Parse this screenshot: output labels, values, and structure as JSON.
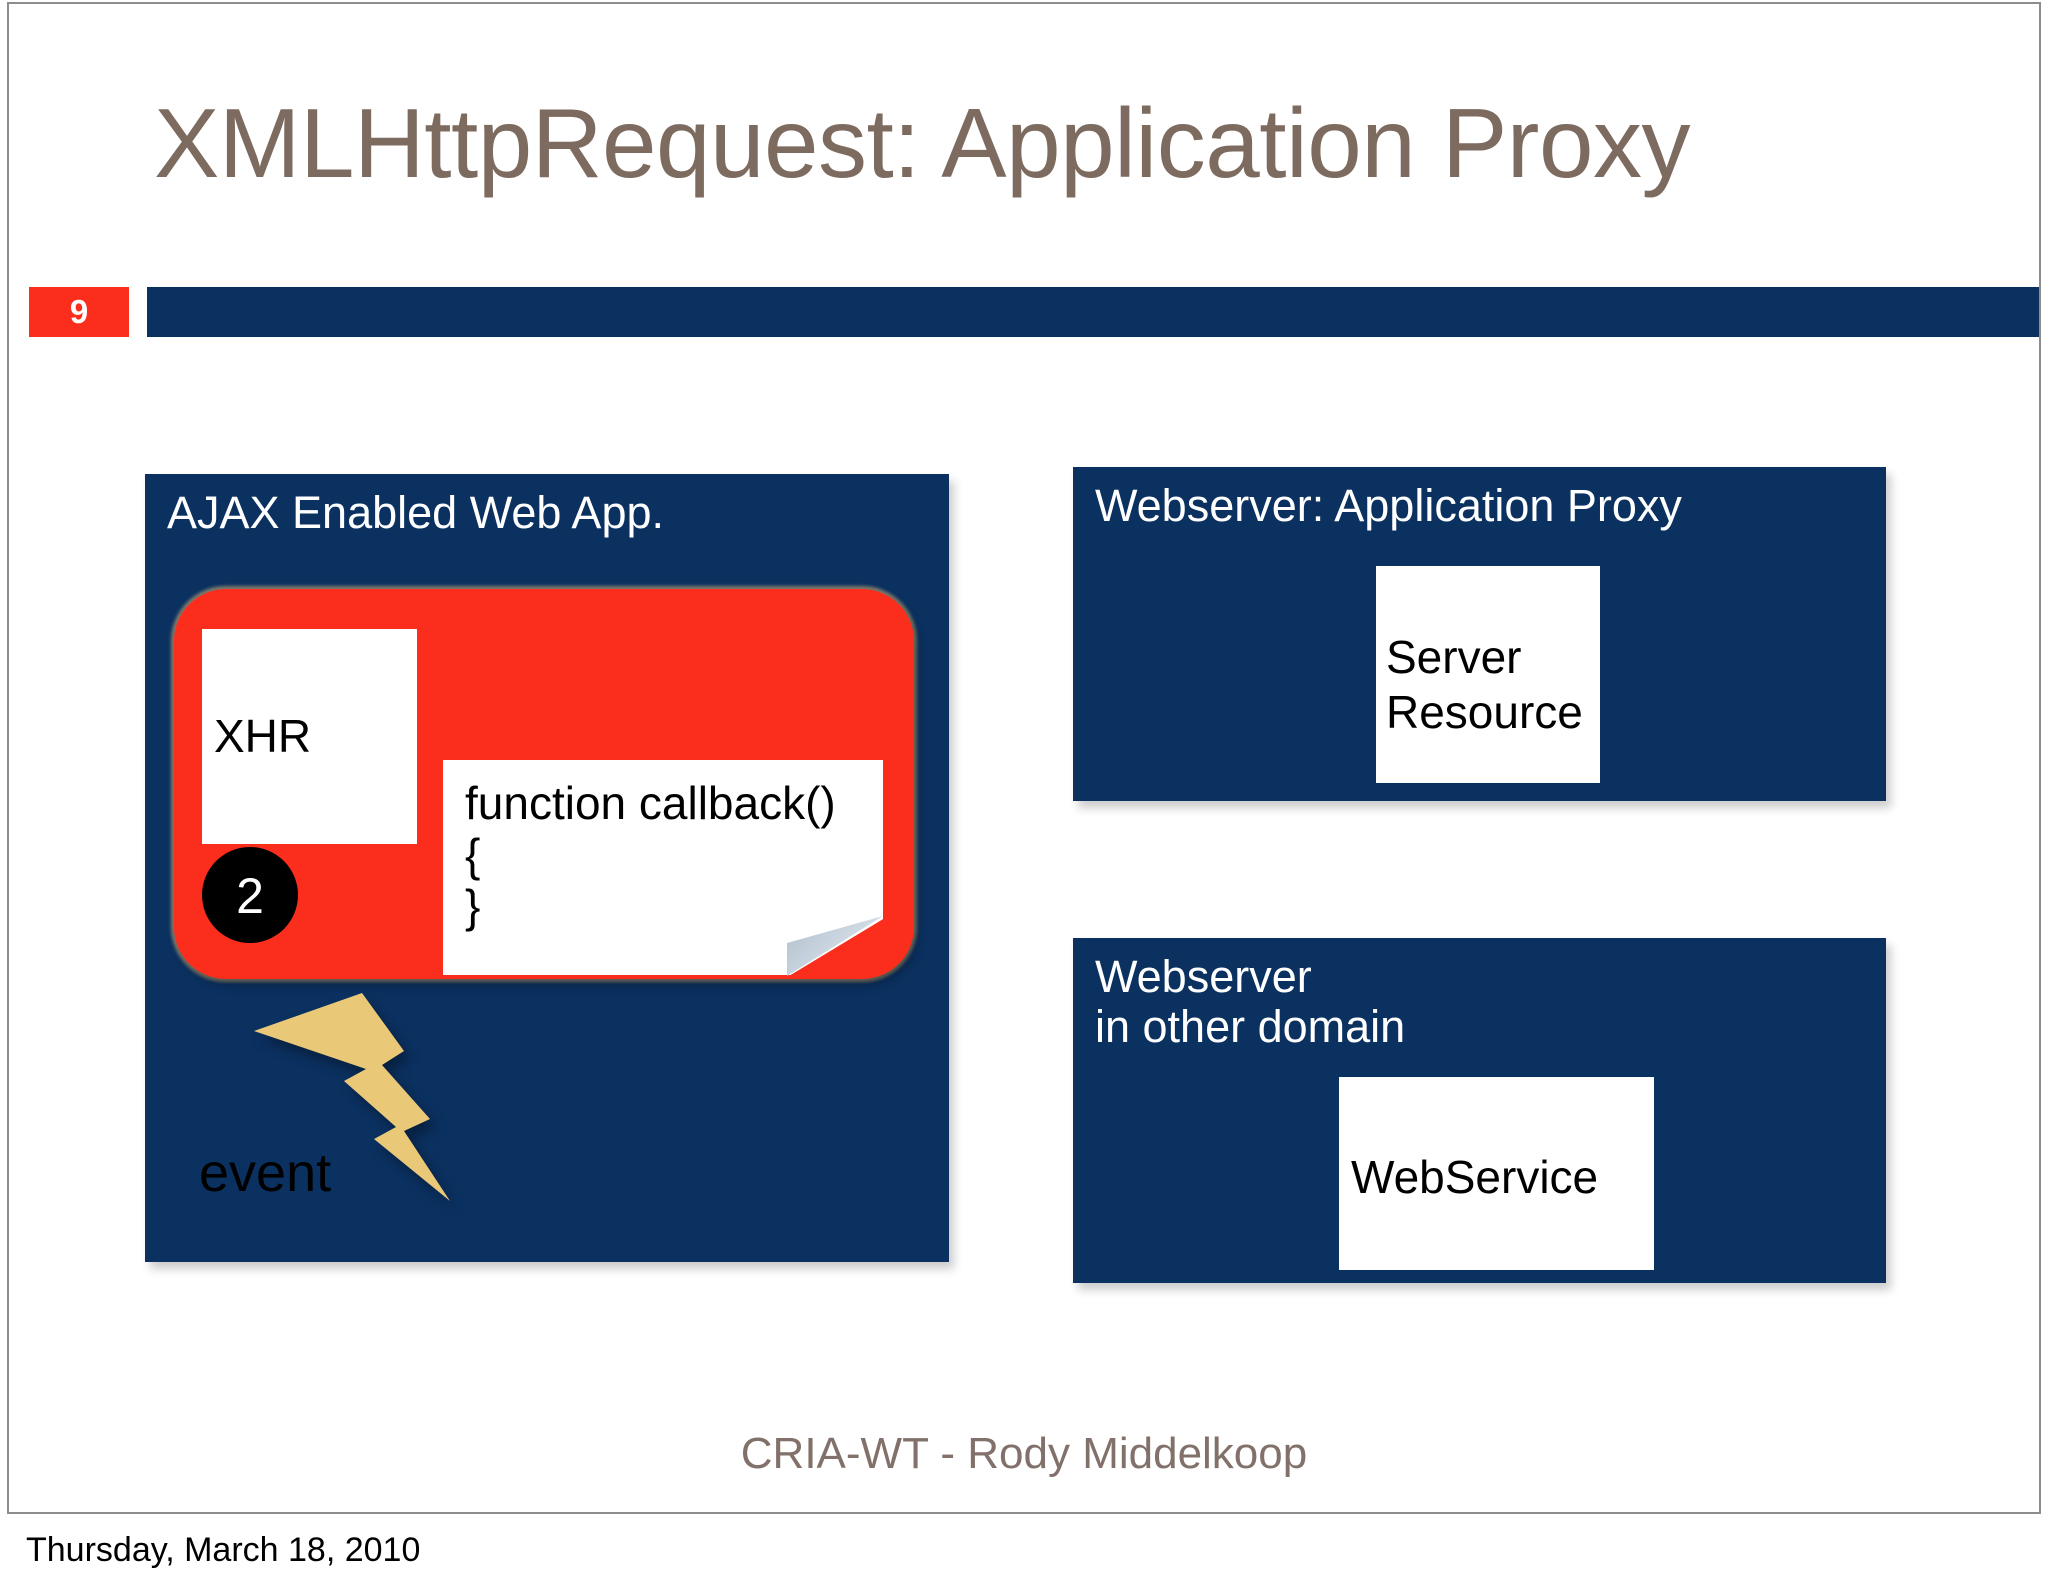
{
  "slide": {
    "title": "XMLHttpRequest: Application Proxy",
    "page_number": "9",
    "credit": "CRIA-WT - Rody Middelkoop",
    "date": "Thursday, March 18, 2010"
  },
  "colors": {
    "navy": "#0b3161",
    "red": "#fb2e1d",
    "title_brown": "#7e6b60",
    "bolt_gold": "#e9c878",
    "white": "#ffffff",
    "black": "#000000"
  },
  "diagram": {
    "client_panel": {
      "title": "AJAX Enabled Web App.",
      "engine": {
        "xhr_label": "XHR",
        "step_badge": "2",
        "callback_note": "function callback()\n{\n}"
      },
      "event": {
        "label": "event",
        "icon": "lightning-bolt-icon"
      }
    },
    "server_panels": [
      {
        "title": "Webserver: Application Proxy",
        "resource_label": "Server\nResource"
      },
      {
        "title": "Webserver\nin other domain",
        "resource_label": "WebService"
      }
    ]
  }
}
